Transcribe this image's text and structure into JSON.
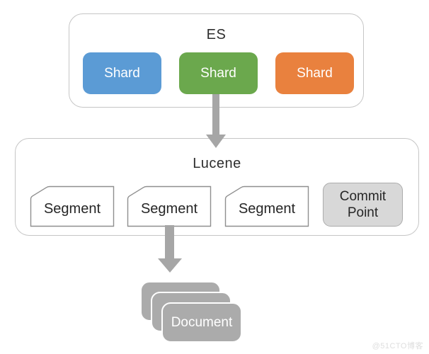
{
  "diagram": {
    "es_group": {
      "title": "ES",
      "shards": [
        {
          "label": "Shard",
          "color": "#5B9BD5"
        },
        {
          "label": "Shard",
          "color": "#6BA84D"
        },
        {
          "label": "Shard",
          "color": "#E9813E"
        }
      ]
    },
    "lucene_group": {
      "title": "Lucene",
      "segments": [
        {
          "label": "Segment"
        },
        {
          "label": "Segment"
        },
        {
          "label": "Segment"
        }
      ],
      "commit_point": {
        "label": "Commit Point",
        "fill": "#D8D8D8"
      }
    },
    "documents": {
      "label": "Document",
      "stack_count": 3,
      "fill": "#ABABAB"
    },
    "arrows": {
      "color": "#A6A6A6",
      "connections": [
        {
          "from": "Shard (green)",
          "to": "Lucene"
        },
        {
          "from": "Segment (middle)",
          "to": "Document stack"
        }
      ]
    }
  },
  "watermark": {
    "text": "@51CTO博客",
    "color": "#DEDEDE"
  }
}
